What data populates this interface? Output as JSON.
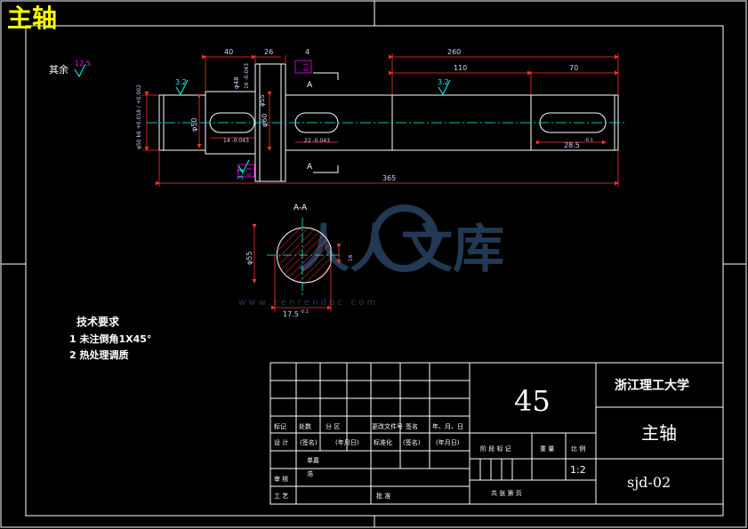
{
  "page_title": "主轴",
  "colors": {
    "background": "#000000",
    "frame": "#ffffff",
    "outline": "#ffffff",
    "dimension": "#ff3333",
    "dim_text": "#d0d0ff",
    "centerline": "#00ffff",
    "roughness": "#00ffff",
    "tolerance": "#ff00ff",
    "title": "#ffff00",
    "hatch": "#ff3333",
    "watermark": "#3a5f8a"
  },
  "drawing": {
    "surface_note_label": "其余",
    "surface_note_value": "12.5",
    "roughness_a": "3.2",
    "roughness_b": "3.2",
    "roughness_c": "3.2",
    "dim_40": "40",
    "dim_26": "26",
    "dim_4": "4",
    "dim_260": "260",
    "dim_110": "110",
    "dim_70": "70",
    "dim_365": "365",
    "dim_d50_left": "φ50",
    "dim_d50k6": "φ50 k6 +0.018 / +0.002",
    "dim_d60": "φ60",
    "dim_d55": "φ55",
    "dim_d48": "φ48",
    "dim_28_5": "28.5",
    "dim_28_5_tol": "-0.1",
    "dim_14_tol": "14 -0.043",
    "dim_22_tol": "22 -0.043",
    "dim_16_tol": "16 -0.043",
    "tol_a": "0.1",
    "tol_b": "0.3",
    "section_marker": "A",
    "section_title": "A-A",
    "section_d55": "φ55",
    "section_17_5": "17.5",
    "section_17_5_tol": "-0.1",
    "section_key": "16",
    "watermark": "人人文库",
    "watermark_url": "w w w . r e n r e n d o c . c o m"
  },
  "tech": {
    "heading": "技术要求",
    "items": [
      "1  未注倒角1X45°",
      "2  热处理调质"
    ]
  },
  "titleblock": {
    "material": "45",
    "school": "浙江理工大学",
    "part_name": "主轴",
    "drawing_no": "sjd-02",
    "hdr_mark": "标记",
    "hdr_count": "处数",
    "hdr_zone": "分 区",
    "hdr_docno": "更改文件号",
    "hdr_sign": "签名",
    "hdr_date": "年、月、日",
    "lbl_design": "设 计",
    "lbl_sign1": "(签名)",
    "lbl_date1": "(年月日)",
    "lbl_std": "标准化",
    "lbl_sign2": "(签名)",
    "lbl_date2": "(年月日)",
    "lbl_review": "审 核",
    "lbl_process": "工 艺",
    "lbl_approve": "批 准",
    "lbl_stage": "阶 段 标 记",
    "lbl_weight": "重 量",
    "lbl_scale": "比 例",
    "scale": "1:2",
    "lbl_sheets": "共    张    第    页",
    "lbl_handwrite": "单嘉",
    "lbl_handwrite2": "浩"
  }
}
